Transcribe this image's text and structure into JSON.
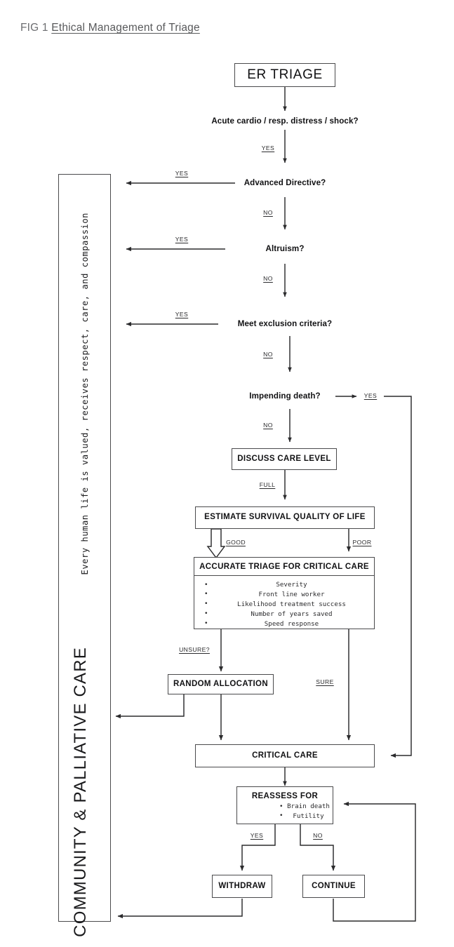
{
  "caption": {
    "label": "FIG 1",
    "title": "Ethical Management of Triage"
  },
  "side_panel": {
    "big_text": "COMMUNITY & PALLIATIVE CARE",
    "small_text": "Every human life is valued, receives respect, care, and compassion"
  },
  "nodes": {
    "er_triage": "ER TRIAGE",
    "discuss_care_level": "DISCUSS CARE LEVEL",
    "estimate_survival": "ESTIMATE SURVIVAL QUALITY OF LIFE",
    "accurate_triage_title": "ACCURATE TRIAGE FOR CRITICAL CARE",
    "accurate_triage_items": [
      "Severity",
      "Front line worker",
      "Likelihood treatment success",
      "Number of years saved",
      "Speed response"
    ],
    "random_allocation": "RANDOM ALLOCATION",
    "critical_care": "CRITICAL CARE",
    "reassess_title": "REASSESS FOR",
    "reassess_items": [
      "Brain death",
      "Futility"
    ],
    "withdraw": "WITHDRAW",
    "continue": "CONTINUE"
  },
  "questions": {
    "acute": "Acute cardio / resp. distress / shock?",
    "advanced_directive": "Advanced Directive?",
    "altruism": "Altruism?",
    "exclusion": "Meet exclusion criteria?",
    "impending_death": "Impending death?"
  },
  "edge_labels": {
    "acute_yes": "YES",
    "ad_yes": "YES",
    "ad_no": "NO",
    "altruism_yes": "YES",
    "altruism_no": "NO",
    "exclusion_yes": "YES",
    "exclusion_no": "NO",
    "impending_yes": "YES",
    "impending_no": "NO",
    "full": "FULL",
    "good": "GOOD",
    "poor": "POOR",
    "unsure": "UNSURE?",
    "sure": "SURE",
    "reassess_yes": "YES",
    "reassess_no": "NO"
  },
  "colors": {
    "line": "#2b2b2d",
    "box_border": "#4a4a4c",
    "text": "#111113",
    "caption": "#58595b",
    "background": "#ffffff"
  }
}
